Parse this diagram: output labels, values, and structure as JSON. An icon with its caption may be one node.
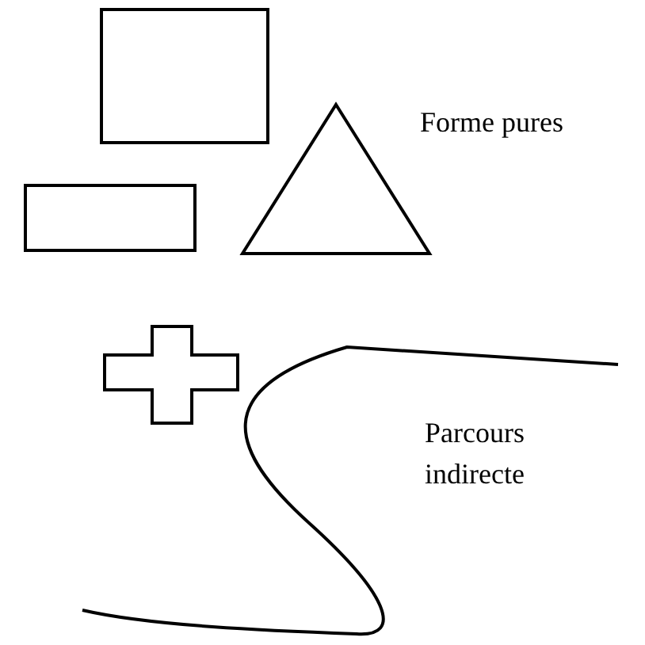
{
  "diagram": {
    "nodes": [
      {
        "text": [],
        "shape": "box"
      },
      {
        "text": [],
        "shape": "box"
      },
      {
        "text": [],
        "shape": "triangle"
      },
      {
        "text": [],
        "shape": "cross"
      }
    ],
    "labels": [
      "Forme pures",
      "Parcours indirecte"
    ]
  }
}
